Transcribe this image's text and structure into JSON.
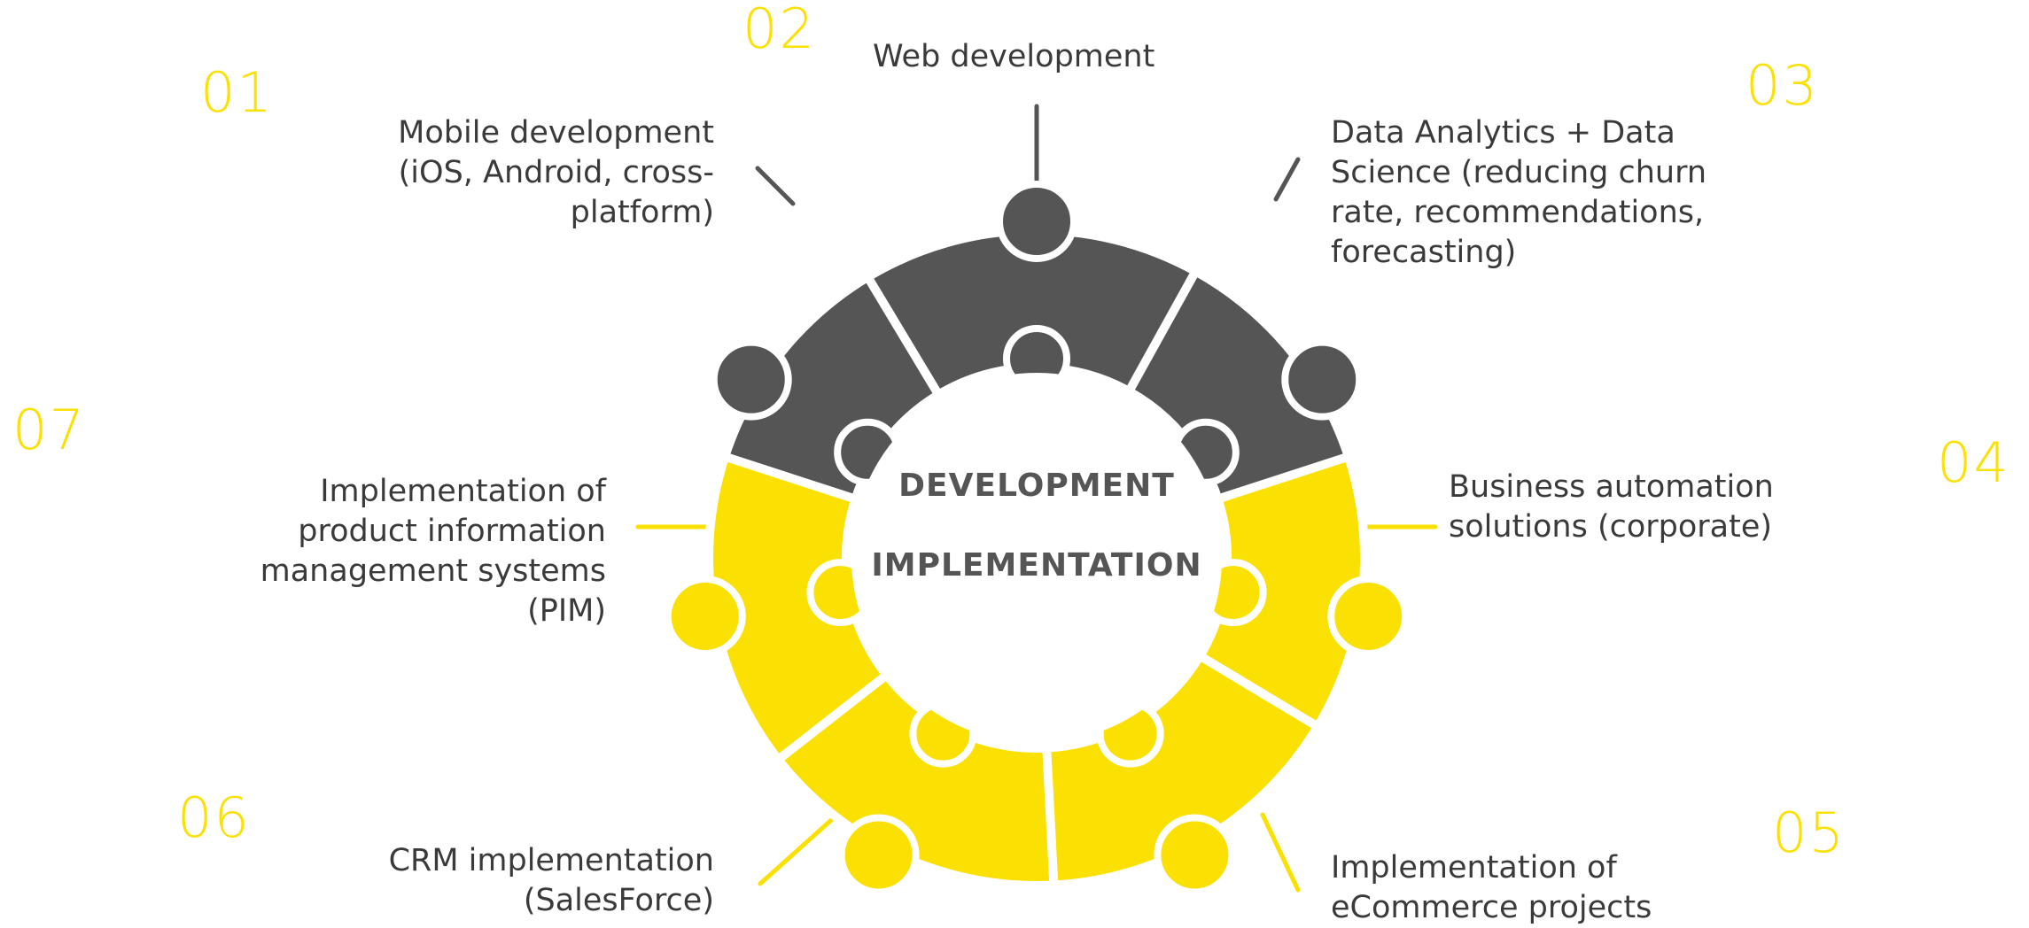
{
  "center": {
    "line1": "DEVELOPMENT",
    "line2": "IMPLEMENTATION"
  },
  "items": [
    {
      "number": "01",
      "label": "Mobile development\n(iOS, Android, cross-\nplatform)",
      "group": "development"
    },
    {
      "number": "02",
      "label": "Web development",
      "group": "development"
    },
    {
      "number": "03",
      "label": "Data Analytics + Data\nScience (reducing churn\nrate, recommendations,\nforecasting)",
      "group": "development"
    },
    {
      "number": "04",
      "label": "Business automation\nsolutions (corporate)",
      "group": "implementation"
    },
    {
      "number": "05",
      "label": "Implementation of\neCommerce projects",
      "group": "implementation"
    },
    {
      "number": "06",
      "label": "CRM implementation\n(SalesForce)",
      "group": "implementation"
    },
    {
      "number": "07",
      "label": "Implementation of\nproduct information\nmanagement systems\n(PIM)",
      "group": "implementation"
    }
  ],
  "colors": {
    "development": "#555555",
    "implementation": "#fbe003",
    "number": "#fbe003",
    "text": "#3a3a3a"
  }
}
